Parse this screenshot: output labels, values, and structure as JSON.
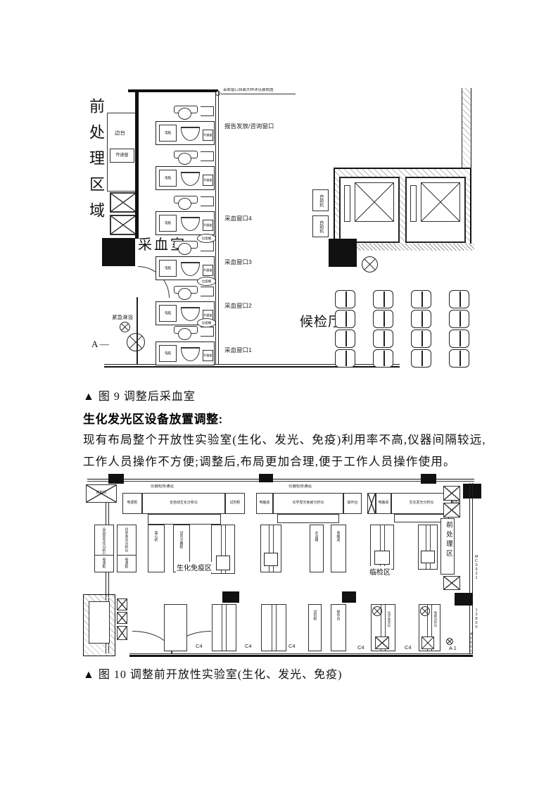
{
  "fig9": {
    "preprocess_area": "前处理区域",
    "side_bench": "边台",
    "transfer_window": "传递窗",
    "room_label": "采血室",
    "top_note": "采血窗口台面大样详见装修图",
    "window_labels": [
      "报告发放/咨询窗口",
      "采血窗口4",
      "采血窗口3",
      "采血窗口2",
      "采血窗口1"
    ],
    "trash_label": "垃圾桶",
    "computer_label": "电脑",
    "tray_label": "利器盒",
    "shower_label": "紧急淋浴",
    "section_mark": "A —",
    "self_service_1": "自助机",
    "self_service_2": "自助机",
    "waiting_hall": "候检厅",
    "caption": "▲ 图 9 调整后采血室"
  },
  "body_text": {
    "heading": "生化发光区设备放置调整:",
    "line1": "现有布局整个开放性实验室(生化、发光、免疫)利用率不高,仪器间隔较远,",
    "line2": "工作人员操作不方便;调整后,布局更加合理,便于工作人员操作使用。"
  },
  "fig10": {
    "corner_box": "自助机",
    "band1_title": "仪器检修通道",
    "band2_title": "仪器检修通道",
    "band1_boxes": [
      "电源柜",
      "全自动生化分析仪",
      "试剂柜"
    ],
    "band2_boxes": [
      "电脑桌",
      "化学发光免疫分析仪",
      "操作台"
    ],
    "band3_boxes": [
      "电脑桌",
      "生化发光分析仪",
      "操作台"
    ],
    "left_tower_labels": [
      "全自动生化分析仪",
      "电源柜",
      "化学发光分析仪",
      "电源柜"
    ],
    "bench_labels": [
      "离心机",
      "试剂冷藏柜",
      "水浴箱",
      "电脑桌"
    ],
    "zone_biochem": "生化免疫区",
    "zone_clinical": "临检区",
    "zone_preprocess": "前处理区",
    "bottom_bench_labels": [
      "试剂柜",
      "操作台",
      "化学发光仪",
      "免疫分析仪"
    ],
    "c4": "C4",
    "corner_mark": "A 1",
    "dim1": "MC0921",
    "dim2": "13800",
    "dim3": "M0921",
    "caption": "▲ 图 10 调整前开放性实验室(生化、发光、免疫)"
  }
}
